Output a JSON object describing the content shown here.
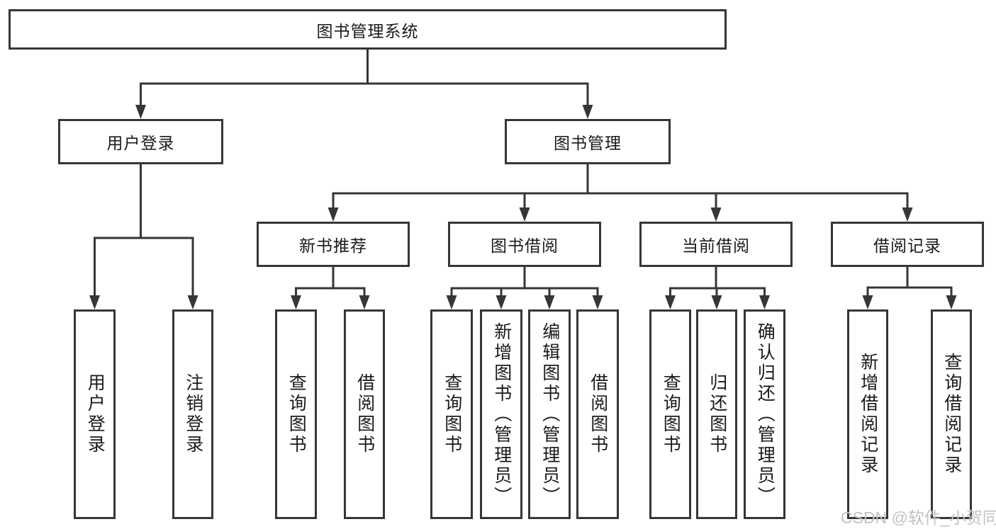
{
  "title_box": {
    "label": "图书管理系统"
  },
  "branches": {
    "user": {
      "label": "用户登录",
      "children": [
        {
          "label": "用户登录"
        },
        {
          "label": "注销登录"
        }
      ]
    },
    "book": {
      "label": "图书管理",
      "groups": [
        {
          "label": "新书推荐",
          "children": [
            {
              "label": "查询图书"
            },
            {
              "label": "借阅图书"
            }
          ]
        },
        {
          "label": "图书借阅",
          "children": [
            {
              "label": "查询图书"
            },
            {
              "label": "新增图书（管理员）"
            },
            {
              "label": "编辑图书（管理员）"
            },
            {
              "label": "借阅图书"
            }
          ]
        },
        {
          "label": "当前借阅",
          "children": [
            {
              "label": "查询图书"
            },
            {
              "label": "归还图书"
            },
            {
              "label": "确认归还（管理员）"
            }
          ]
        },
        {
          "label": "借阅记录",
          "children": [
            {
              "label": "新增借阅记录"
            },
            {
              "label": "查询借阅记录"
            }
          ]
        }
      ]
    }
  },
  "watermark": "CSDN @软件_小贺同学",
  "colors": {
    "border": "#363636",
    "line": "#363636",
    "text": "#1a1a1a",
    "wm": "#c2c2c2",
    "bg": "#ffffff"
  }
}
